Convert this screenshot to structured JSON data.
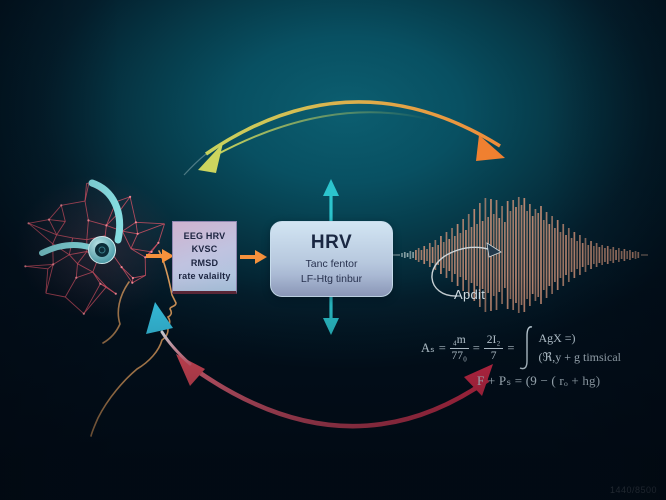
{
  "flow": {
    "eeg_box": {
      "lines": [
        "EEG HRV",
        "KVSC",
        "RMSD",
        "rate valailty"
      ]
    },
    "hrv_box": {
      "title": "HRV",
      "line1": "Tanc fentor",
      "line2": "LF-Htg tinbur"
    },
    "waveform_label": "Apdit"
  },
  "equations": {
    "line1": {
      "lhs": "Aₛ",
      "eq_sign1": "=",
      "frac1_num": "₄m",
      "frac1_den": "77₀",
      "eq_sign2": "=",
      "frac2_num": "2I₂",
      "frac2_den": "7",
      "eq_sign3": "=",
      "stack_top": "AgX =)",
      "stack_bottom": "(ℜ,y + g timsical"
    },
    "line2": "F + Pₛ = (9 − ( rₒ + hg)"
  },
  "watermark": "1440/8500",
  "colors": {
    "background_center": "#0c5e70",
    "background_edge": "#02101c",
    "arc_top_left": "#c8d35e",
    "arc_top_right": "#f08c3a",
    "arc_bottom_left": "#f26b80",
    "arc_bottom_right": "#e22c4c",
    "cyan_arrow": "#38c6e6",
    "teal_arrow": "#2cc4cd",
    "orange_arrow": "#f5913c",
    "waveform_bar": "#c58d75",
    "waveform_bar_muted": "#9cb2b4",
    "brain_mesh": "#e35568",
    "brain_node": "#ff8e9b",
    "headphones": "#86dce0",
    "face_line": "#d89a5c",
    "equation_text": "#d8e9f3"
  },
  "waveform": {
    "bars": [
      2,
      3,
      2,
      4,
      3,
      5,
      7,
      5,
      9,
      6,
      12,
      8,
      15,
      10,
      19,
      13,
      23,
      16,
      27,
      19,
      31,
      22,
      36,
      25,
      41,
      28,
      46,
      31,
      52,
      34,
      57,
      38,
      56,
      41,
      55,
      37,
      49,
      33,
      54,
      44,
      55,
      48,
      58,
      50,
      57,
      44,
      51,
      39,
      46,
      42,
      49,
      35,
      43,
      31,
      39,
      27,
      35,
      23,
      31,
      20,
      27,
      17,
      23,
      14,
      20,
      12,
      17,
      10,
      14,
      9,
      12,
      8,
      10,
      7,
      9,
      6,
      8,
      5,
      7,
      4,
      6,
      4,
      5,
      3,
      4,
      3
    ]
  }
}
